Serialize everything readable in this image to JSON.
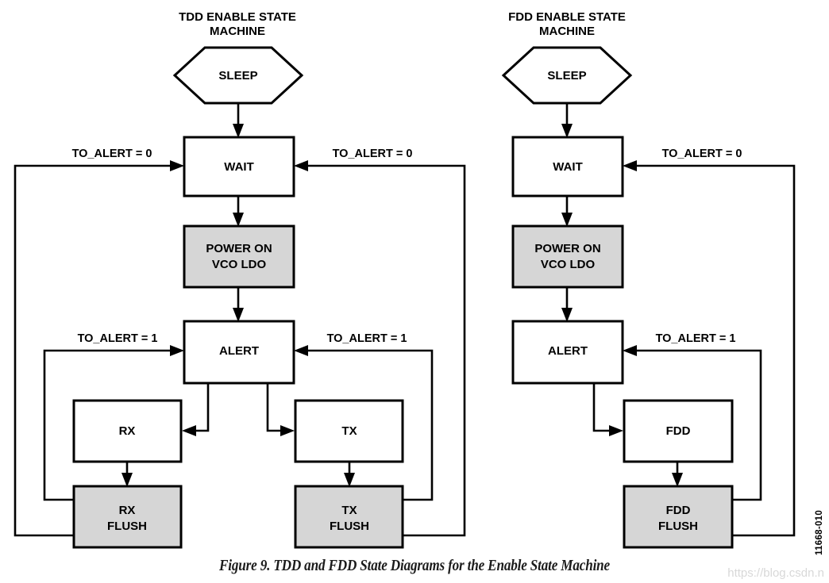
{
  "figure": {
    "caption": "Figure 9. TDD and FDD State Diagrams for the Enable State Machine",
    "figure_id": "11668-010",
    "watermark": "https://blog.csdn.n"
  },
  "colors": {
    "shaded_node_fill": "#d6d6d6",
    "plain_node_fill": "#ffffff",
    "stroke": "#000000",
    "background": "#ffffff"
  },
  "diagrams": [
    {
      "key": "tdd",
      "title_line1": "TDD ENABLE STATE",
      "title_line2": "MACHINE",
      "nodes": [
        {
          "key": "sleep",
          "label": "SLEEP",
          "shape": "hexagon",
          "shaded": false
        },
        {
          "key": "wait",
          "label": "WAIT",
          "shape": "rect",
          "shaded": false
        },
        {
          "key": "power_on",
          "label_line1": "POWER ON",
          "label_line2": "VCO LDO",
          "shape": "rect",
          "shaded": true
        },
        {
          "key": "alert",
          "label": "ALERT",
          "shape": "rect",
          "shaded": false
        },
        {
          "key": "rx",
          "label": "RX",
          "shape": "rect",
          "shaded": false
        },
        {
          "key": "tx",
          "label": "TX",
          "shape": "rect",
          "shaded": false
        },
        {
          "key": "rx_flush",
          "label_line1": "RX",
          "label_line2": "FLUSH",
          "shape": "rect",
          "shaded": true
        },
        {
          "key": "tx_flush",
          "label_line1": "TX",
          "label_line2": "FLUSH",
          "shape": "rect",
          "shaded": true
        }
      ],
      "transitions": [
        {
          "from": "sleep",
          "to": "wait",
          "label": ""
        },
        {
          "from": "wait",
          "to": "power_on",
          "label": ""
        },
        {
          "from": "power_on",
          "to": "alert",
          "label": ""
        },
        {
          "from": "alert",
          "to": "rx",
          "label": ""
        },
        {
          "from": "alert",
          "to": "tx",
          "label": ""
        },
        {
          "from": "rx",
          "to": "rx_flush",
          "label": ""
        },
        {
          "from": "tx",
          "to": "tx_flush",
          "label": ""
        },
        {
          "from": "rx_flush",
          "to": "alert",
          "label": "TO_ALERT = 1"
        },
        {
          "from": "tx_flush",
          "to": "alert",
          "label": "TO_ALERT = 1"
        },
        {
          "from": "rx_flush",
          "to": "wait",
          "label": "TO_ALERT = 0"
        },
        {
          "from": "tx_flush",
          "to": "wait",
          "label": "TO_ALERT = 0"
        }
      ],
      "edge_labels": {
        "wait_left": "TO_ALERT = 0",
        "wait_right": "TO_ALERT = 0",
        "alert_left": "TO_ALERT = 1",
        "alert_right": "TO_ALERT = 1"
      }
    },
    {
      "key": "fdd",
      "title_line1": "FDD ENABLE STATE",
      "title_line2": "MACHINE",
      "nodes": [
        {
          "key": "sleep",
          "label": "SLEEP",
          "shape": "hexagon",
          "shaded": false
        },
        {
          "key": "wait",
          "label": "WAIT",
          "shape": "rect",
          "shaded": false
        },
        {
          "key": "power_on",
          "label_line1": "POWER ON",
          "label_line2": "VCO LDO",
          "shape": "rect",
          "shaded": true
        },
        {
          "key": "alert",
          "label": "ALERT",
          "shape": "rect",
          "shaded": false
        },
        {
          "key": "fdd",
          "label": "FDD",
          "shape": "rect",
          "shaded": false
        },
        {
          "key": "fdd_flush",
          "label_line1": "FDD",
          "label_line2": "FLUSH",
          "shape": "rect",
          "shaded": true
        }
      ],
      "transitions": [
        {
          "from": "sleep",
          "to": "wait",
          "label": ""
        },
        {
          "from": "wait",
          "to": "power_on",
          "label": ""
        },
        {
          "from": "power_on",
          "to": "alert",
          "label": ""
        },
        {
          "from": "alert",
          "to": "fdd",
          "label": ""
        },
        {
          "from": "fdd",
          "to": "fdd_flush",
          "label": ""
        },
        {
          "from": "fdd_flush",
          "to": "alert",
          "label": "TO_ALERT = 1"
        },
        {
          "from": "fdd_flush",
          "to": "wait",
          "label": "TO_ALERT = 0"
        }
      ],
      "edge_labels": {
        "wait_right": "TO_ALERT = 0",
        "alert_right": "TO_ALERT = 1"
      }
    }
  ]
}
